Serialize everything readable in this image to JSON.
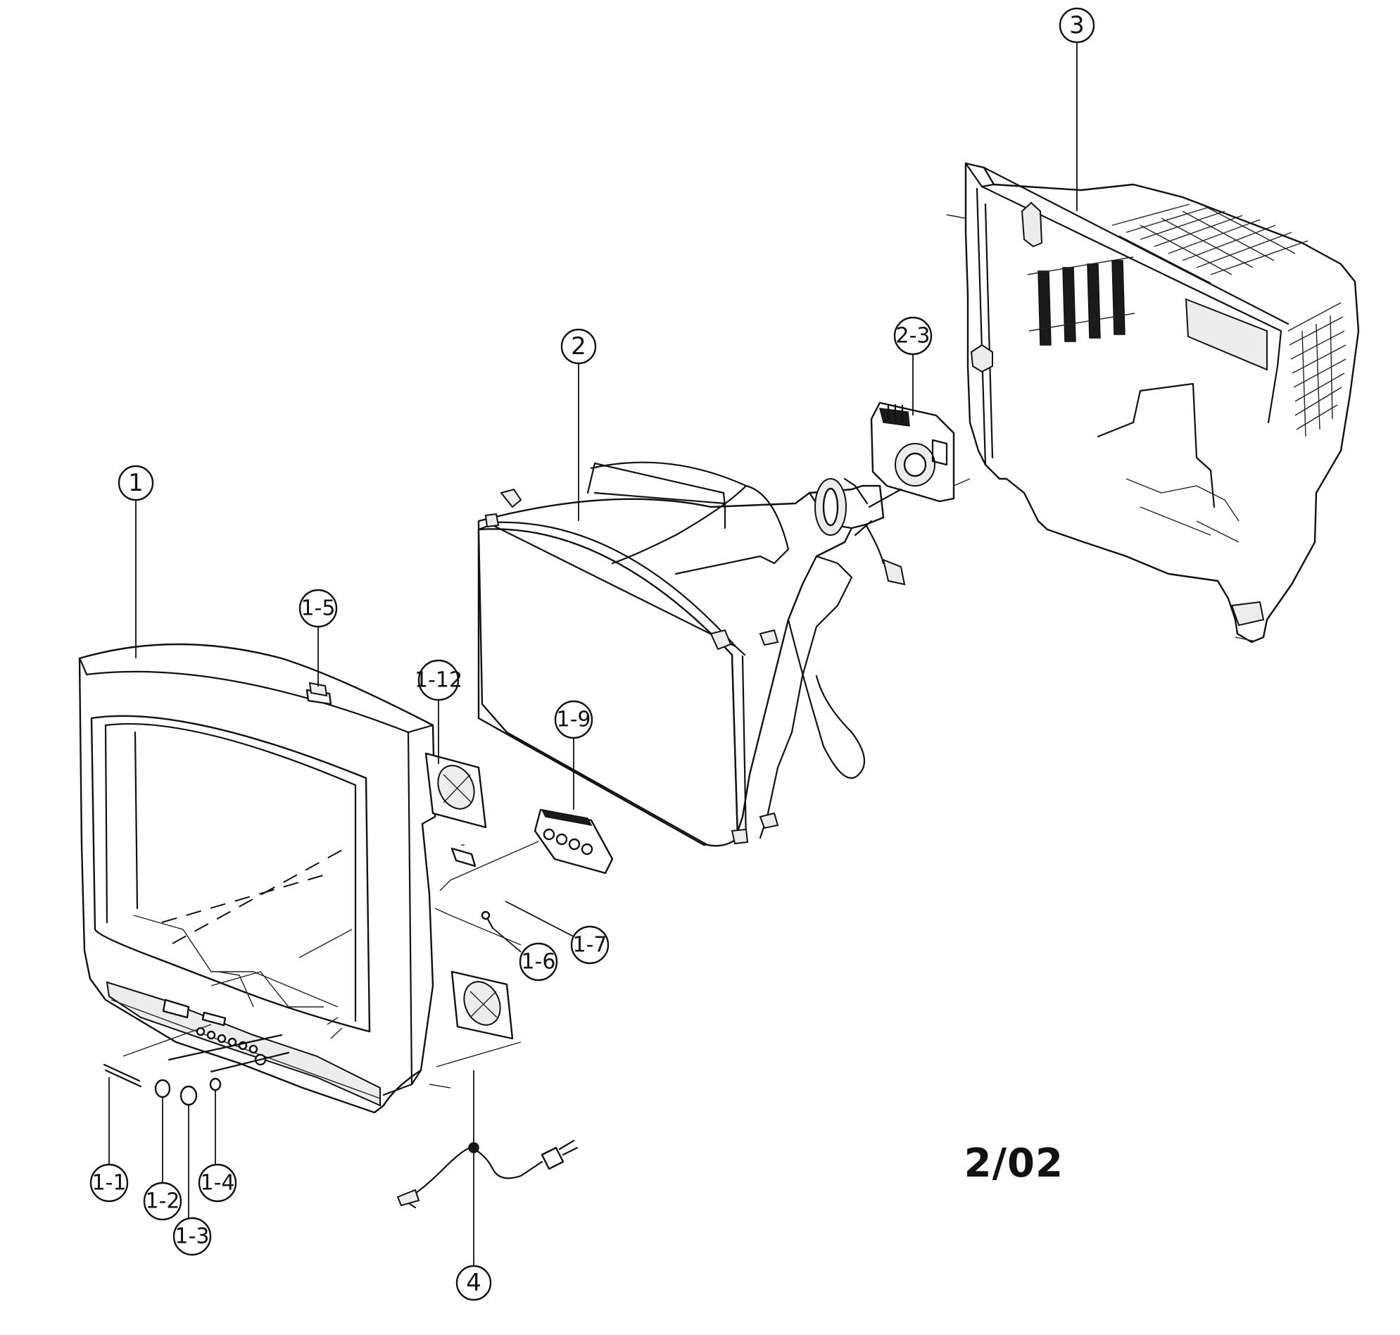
{
  "callouts": {
    "c1": "1",
    "c2": "2",
    "c3": "3",
    "c4": "4",
    "c1_1": "1-1",
    "c1_2": "1-2",
    "c1_3": "1-3",
    "c1_4": "1-4",
    "c1_5": "1-5",
    "c1_6": "1-6",
    "c1_7": "1-7",
    "c1_9": "1-9",
    "c1_12": "1-12",
    "c2_3": "2-3"
  },
  "footer": {
    "code": "2/02"
  }
}
